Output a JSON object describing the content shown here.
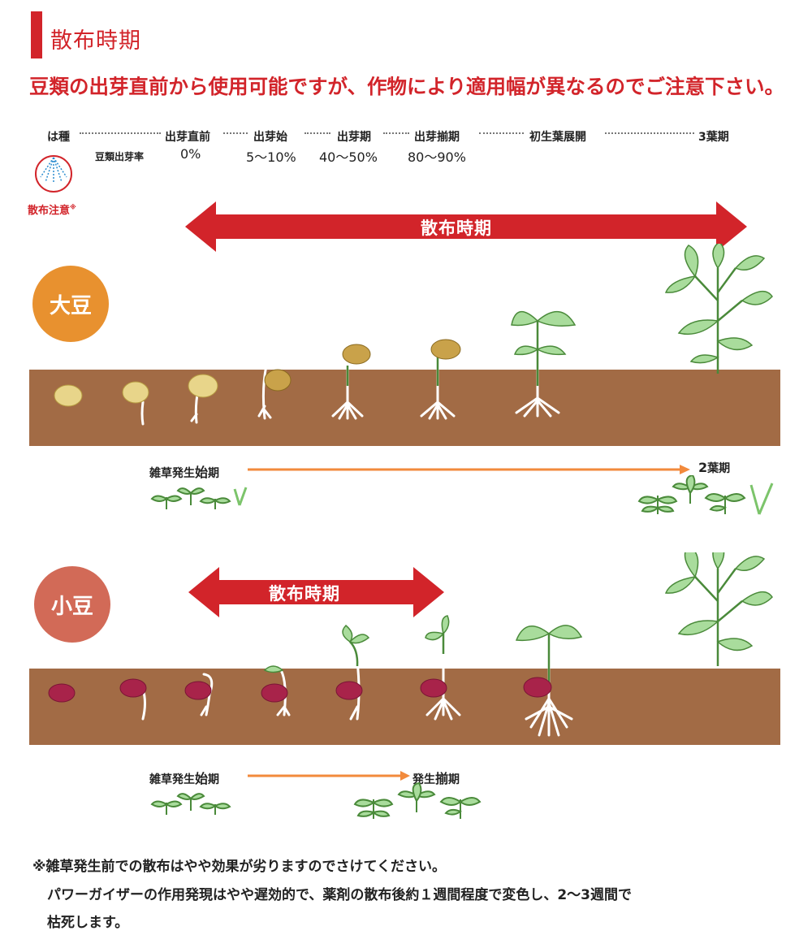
{
  "title": "散布時期",
  "subtitle": "豆類の出芽直前から使用可能ですが、作物により適用幅が異なるのでご注意下さい。",
  "stages": [
    "は種",
    "出芽直前",
    "出芽始",
    "出芽期",
    "出芽揃期",
    "初生葉展開",
    "3葉期"
  ],
  "rate_label": "豆類出芽率",
  "rates": [
    "0%",
    "5〜10%",
    "40〜50%",
    "80〜90%"
  ],
  "caution_label": "散布注意",
  "caution_mark": "※",
  "soybean": {
    "label": "大豆",
    "arrow_label": "散布時期",
    "weed_start": "雑草発生",
    "weed_start_bold": "始",
    "weed_start_suffix": "期",
    "weed_end": "2",
    "weed_end_suffix": "葉期"
  },
  "adzuki": {
    "label": "小豆",
    "arrow_label": "散布時期",
    "weed_start": "雑草発生",
    "weed_start_bold": "始",
    "weed_start_suffix": "期",
    "weed_end": "発生",
    "weed_end_bold": "揃",
    "weed_end_suffix": "期"
  },
  "notes": [
    "※雑草発生前での散布はやや効果が劣りますのでさけてください。",
    "パワーガイザーの作用発現はやや遅効的で、薬剤の散布後約１週間程度で変色し、2〜3週間で",
    "枯死します。"
  ],
  "colors": {
    "accent_red": "#d2242a",
    "soybean_badge": "#e8912f",
    "adzuki_badge": "#d26a57",
    "soil": "#a26b45",
    "leaf": "#a9dc9c",
    "weed_arrow": "#f28a3c"
  }
}
